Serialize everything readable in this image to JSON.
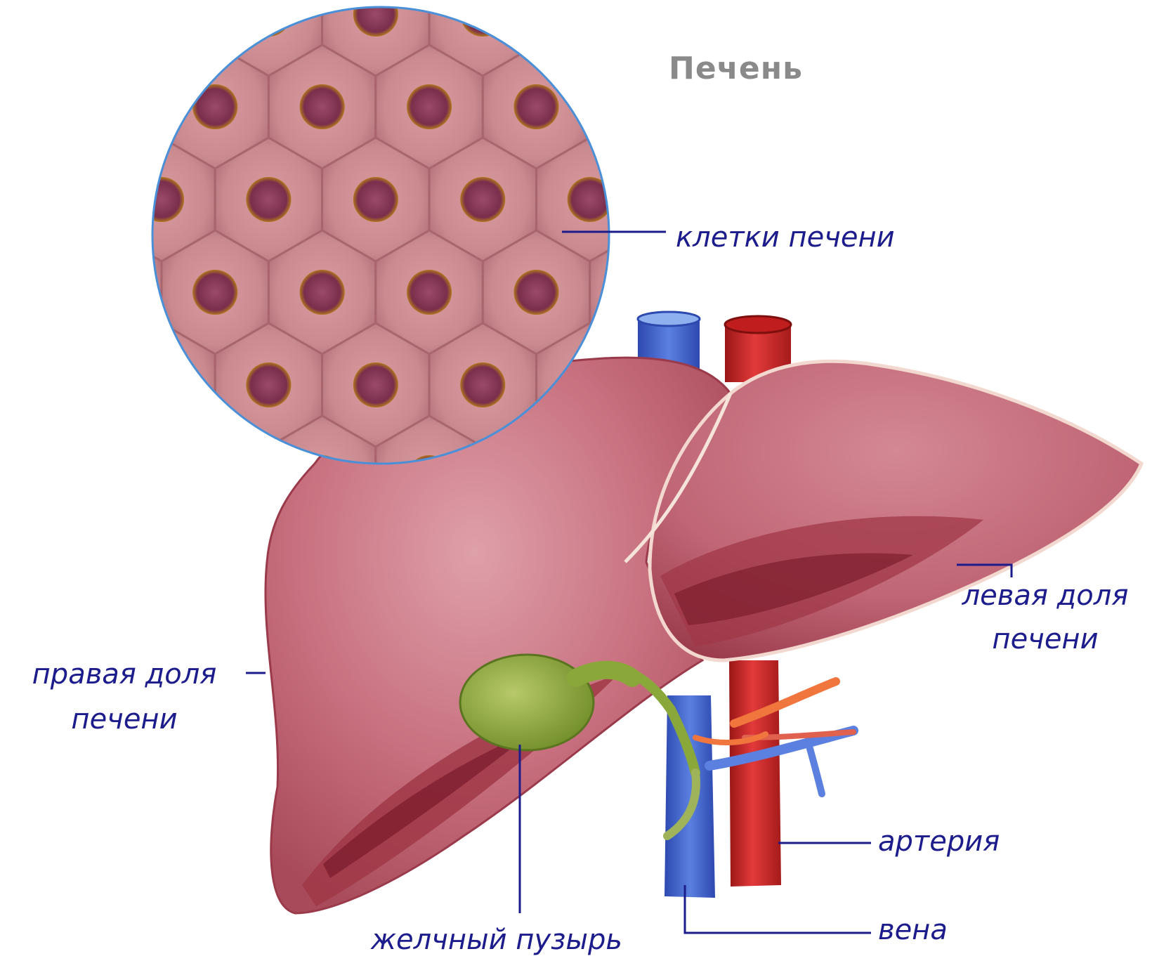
{
  "title": "Печень",
  "labels": {
    "liver_cells": "клетки печени",
    "left_lobe_line1": "левая доля",
    "left_lobe_line2": "печени",
    "right_lobe_line1": "правая доля",
    "right_lobe_line2": "печени",
    "artery": "артерия",
    "vein": "вена",
    "gallbladder": "желчный пузырь"
  },
  "colors": {
    "label_text": "#1c1c8c",
    "title_text": "#8a8a8a",
    "liver": "#c56b7a",
    "liver_dark": "#8e2a3a",
    "cell_background": "#c9868b",
    "cell_nucleus": "#8a3a55",
    "artery": "#d62c2c",
    "vein": "#4a6ed6",
    "gallbladder": "#8aa83a",
    "magnifier_border": "#4a90d9"
  }
}
